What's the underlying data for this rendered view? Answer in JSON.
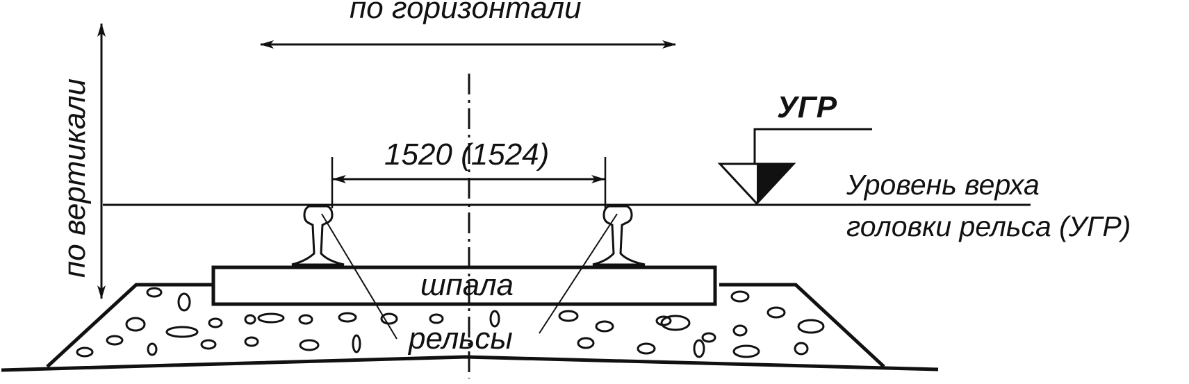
{
  "labels": {
    "horizontal": "по горизонтали",
    "vertical": "по вертикали",
    "gauge": "1520 (1524)",
    "ugr_marker": "УГР",
    "level_line1": "Уровень верха",
    "level_line2": "головки рельса (УГР)",
    "sleeper": "шпала",
    "rails": "рельсы"
  },
  "colors": {
    "ink": "#111111",
    "background": "#ffffff"
  }
}
